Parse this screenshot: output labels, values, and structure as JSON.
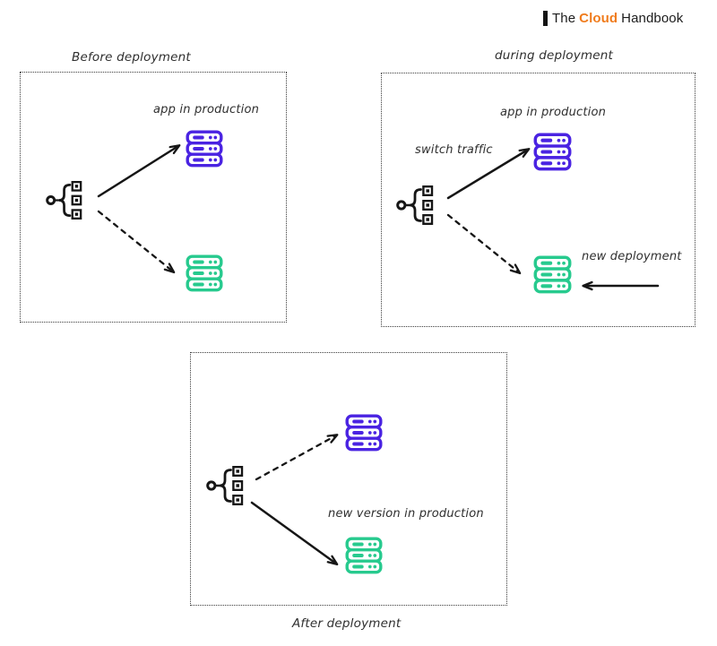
{
  "logo": {
    "word_the": "The",
    "word_cloud": "Cloud",
    "word_handbook": "Handbook",
    "accent_color": "#f07c1d"
  },
  "colors": {
    "purple": "#4a23e2",
    "green": "#27ca8e",
    "ink": "#161616"
  },
  "icons": {
    "load_balancer_icon": "circle-brace-with-three-node-squares",
    "server_stack_icon": "three-stacked-rack-units-with-bar-and-dots",
    "logo_bar_icon": "solid-vertical-bar"
  },
  "panels": {
    "before": {
      "title": "Before deployment",
      "app_label": "app in production"
    },
    "during": {
      "title": "during deployment",
      "app_label": "app in production",
      "switch_label": "switch traffic",
      "new_label": "new deployment"
    },
    "after": {
      "title": "After deployment",
      "new_version_label": "new version in production"
    }
  }
}
